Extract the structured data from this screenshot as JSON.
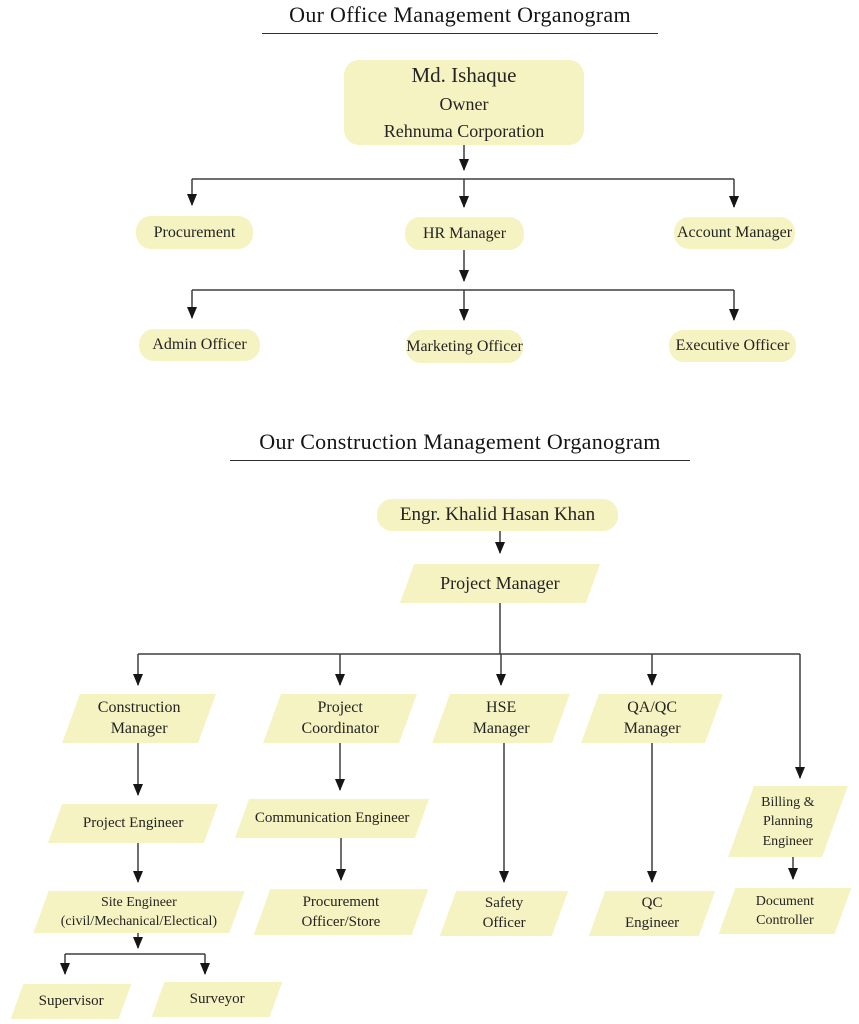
{
  "colors": {
    "background": "#ffffff",
    "node_fill": "#f6f3c2",
    "connector_line": "#3f3f3f",
    "arrowhead": "#161616",
    "text": "#242424",
    "title_underline": "#2e2e2e"
  },
  "office_organogram": {
    "title": "Our Office Management Organogram",
    "owner": {
      "name": "Md. Ishaque",
      "role": "Owner",
      "company": "Rehnuma Corporation"
    },
    "level2": [
      {
        "label": "Procurement"
      },
      {
        "label": "HR Manager"
      },
      {
        "label": "Account Manager"
      }
    ],
    "level3": [
      {
        "label": "Admin Officer"
      },
      {
        "label": "Marketing Officer"
      },
      {
        "label": "Executive Officer"
      }
    ]
  },
  "construction_organogram": {
    "title": "Our Construction Management Organogram",
    "head": {
      "label": "Engr. Khalid Hasan Khan"
    },
    "project_manager": {
      "label": "Project Manager"
    },
    "managers": [
      {
        "line1": "Construction",
        "line2": "Manager"
      },
      {
        "line1": "Project",
        "line2": "Coordinator"
      },
      {
        "line1": "HSE",
        "line2": "Manager"
      },
      {
        "line1": "QA/QC",
        "line2": "Manager"
      }
    ],
    "project_engineer": {
      "label": "Project Engineer"
    },
    "communication_engineer": {
      "label": "Communication Engineer"
    },
    "billing_planning_engineer": {
      "line1": "Billing &",
      "line2": "Planning",
      "line3": "Engineer"
    },
    "site_engineer": {
      "line1": "Site Engineer",
      "line2": "(civil/Mechanical/Electical)"
    },
    "procurement_officer_store": {
      "line1": "Procurement",
      "line2": "Officer/Store"
    },
    "safety_officer": {
      "line1": "Safety",
      "line2": "Officer"
    },
    "qc_engineer": {
      "line1": "QC",
      "line2": "Engineer"
    },
    "document_controller": {
      "line1": "Document",
      "line2": "Controller"
    },
    "supervisor": {
      "label": "Supervisor"
    },
    "surveyor": {
      "label": "Surveyor"
    }
  }
}
